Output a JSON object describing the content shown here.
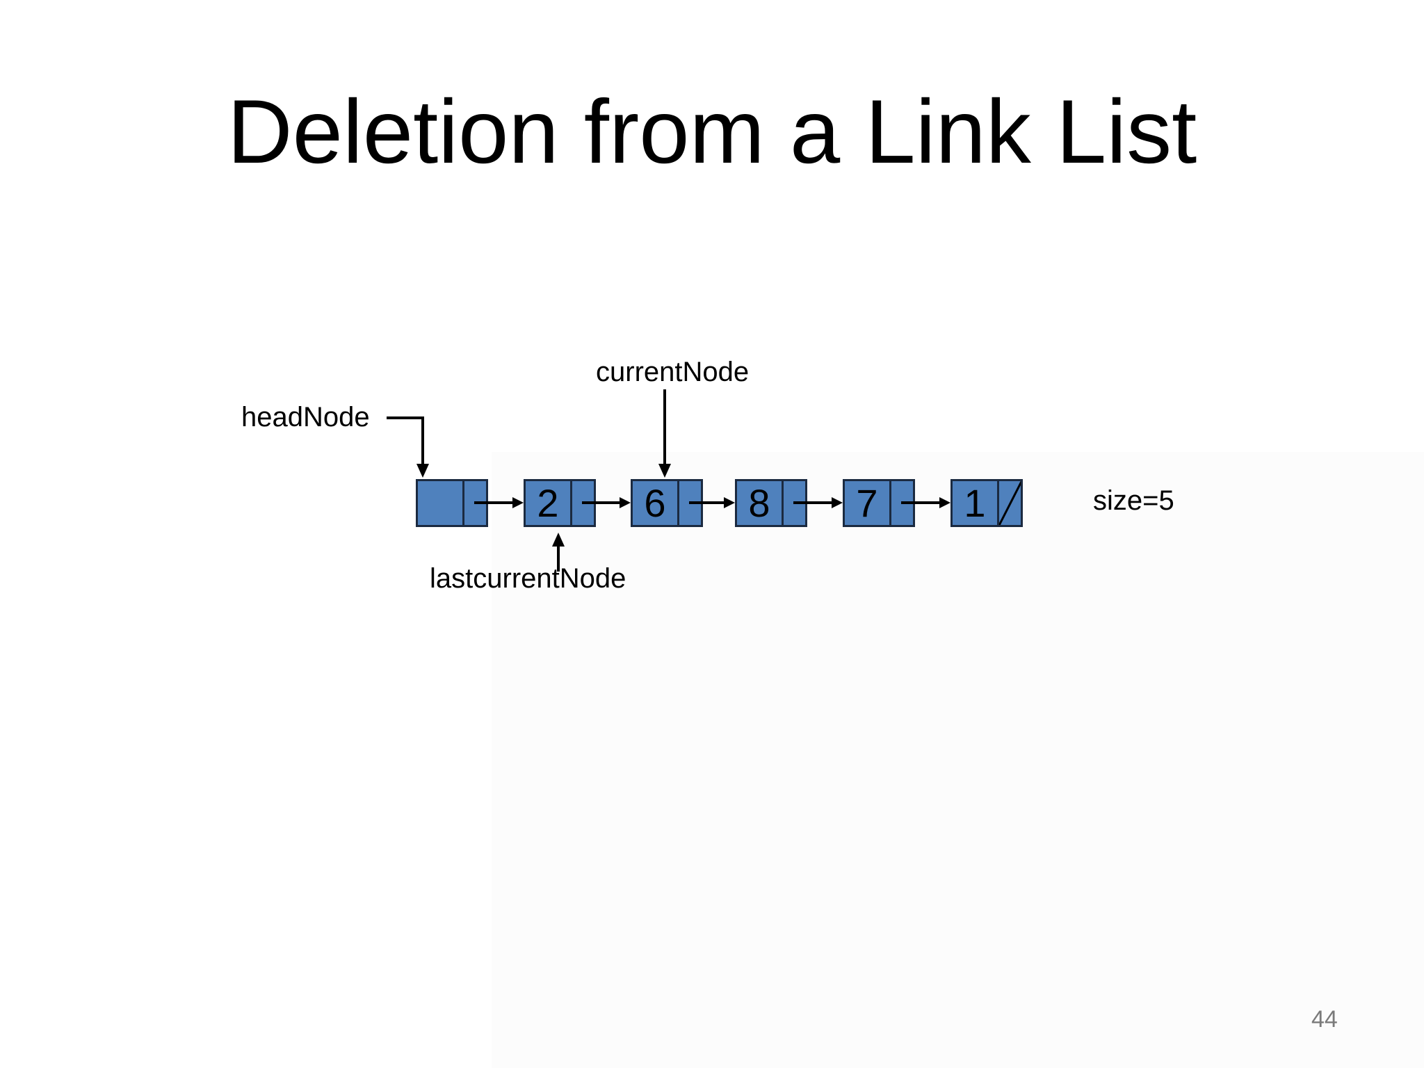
{
  "slide": {
    "title": "Deletion from a Link List",
    "page_number": "44"
  },
  "diagram": {
    "head_label": "headNode",
    "current_label": "currentNode",
    "last_current_label": "lastcurrentNode",
    "size_label": "size=5",
    "nodes": [
      {
        "value": "",
        "pointer": "next"
      },
      {
        "value": "2",
        "pointer": "next"
      },
      {
        "value": "6",
        "pointer": "next"
      },
      {
        "value": "8",
        "pointer": "next"
      },
      {
        "value": "7",
        "pointer": "next"
      },
      {
        "value": "1",
        "pointer": "null"
      }
    ],
    "colors": {
      "node_fill": "#4f81bd",
      "node_border": "#1b2a40",
      "line": "#000000",
      "page_number_gray": "#7a7a7a"
    }
  }
}
